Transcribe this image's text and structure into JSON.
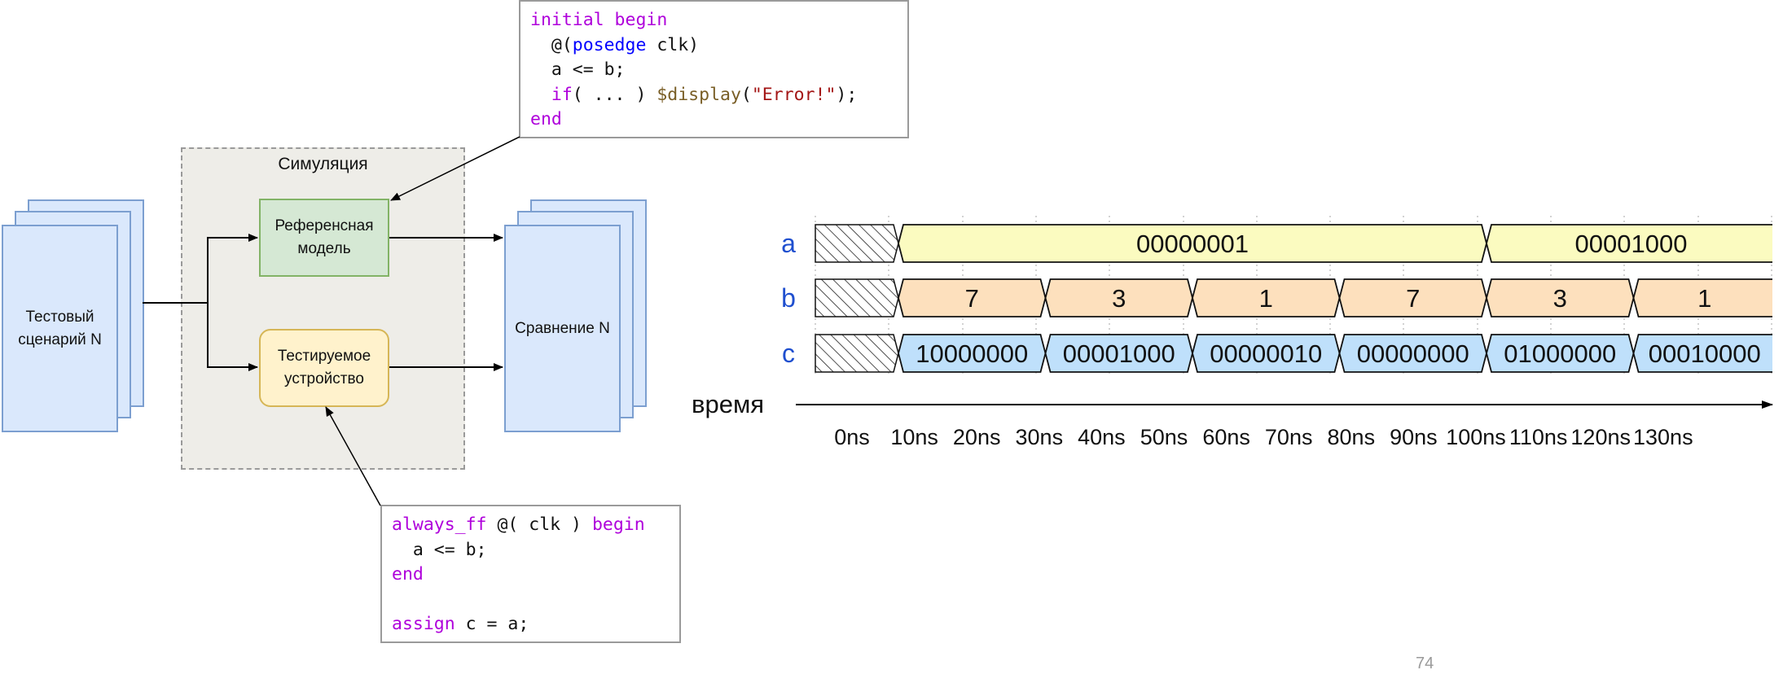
{
  "diagram": {
    "simulation_title": "Симуляция",
    "test_scenario_label": "Тестовый сценарий N",
    "reference_model_label": "Референсная модель",
    "dut_label": "Тестируемое устройство",
    "compare_label": "Сравнение N"
  },
  "code_top": {
    "lines": [
      [
        {
          "t": "initial begin",
          "c": "kw"
        }
      ],
      [
        {
          "t": "  @(",
          "c": ""
        },
        {
          "t": "posedge",
          "c": "kb"
        },
        {
          "t": " clk)",
          "c": ""
        }
      ],
      [
        {
          "t": "  a <= b;",
          "c": ""
        }
      ],
      [
        {
          "t": "  ",
          "c": ""
        },
        {
          "t": "if",
          "c": "kw"
        },
        {
          "t": "( ... ) ",
          "c": ""
        },
        {
          "t": "$display",
          "c": "fn"
        },
        {
          "t": "(",
          "c": ""
        },
        {
          "t": "\"Error!\"",
          "c": "str"
        },
        {
          "t": ");",
          "c": ""
        }
      ],
      [
        {
          "t": "end",
          "c": "kw"
        }
      ]
    ]
  },
  "code_bottom": {
    "lines": [
      [
        {
          "t": "always_ff",
          "c": "kw"
        },
        {
          "t": " @( clk ) ",
          "c": ""
        },
        {
          "t": "begin",
          "c": "kw"
        }
      ],
      [
        {
          "t": "  a <= b;",
          "c": ""
        }
      ],
      [
        {
          "t": "end",
          "c": "kw"
        }
      ],
      [
        {
          "t": "",
          "c": ""
        }
      ],
      [
        {
          "t": "assign",
          "c": "kw"
        },
        {
          "t": " c = a;",
          "c": ""
        }
      ]
    ]
  },
  "waveform": {
    "time_label": "время",
    "time_ticks": [
      "0ns",
      "10ns",
      "20ns",
      "30ns",
      "40ns",
      "50ns",
      "60ns",
      "70ns",
      "80ns",
      "90ns",
      "100ns",
      "110ns",
      "120ns",
      "130ns"
    ],
    "signals": [
      {
        "name": "a",
        "color": "#fbfbc0",
        "values": [
          {
            "v": "00000001",
            "start": 1,
            "end": 5
          },
          {
            "v": "00001000",
            "start": 5,
            "end": 9
          }
        ]
      },
      {
        "name": "b",
        "color": "#fde0bd",
        "values": [
          {
            "v": "7",
            "start": 1,
            "end": 2
          },
          {
            "v": "3",
            "start": 2,
            "end": 3
          },
          {
            "v": "1",
            "start": 3,
            "end": 4
          },
          {
            "v": "7",
            "start": 4,
            "end": 5
          },
          {
            "v": "3",
            "start": 5,
            "end": 6
          },
          {
            "v": "1",
            "start": 6,
            "end": 7
          }
        ]
      },
      {
        "name": "c",
        "color": "#bfe0fb",
        "values": [
          {
            "v": "10000000",
            "start": 1,
            "end": 2
          },
          {
            "v": "00001000",
            "start": 2,
            "end": 3
          },
          {
            "v": "00000010",
            "start": 3,
            "end": 4
          },
          {
            "v": "00000000",
            "start": 4,
            "end": 5
          },
          {
            "v": "01000000",
            "start": 5,
            "end": 6
          },
          {
            "v": "00010000",
            "start": 6,
            "end": 7
          }
        ]
      }
    ],
    "colors": {
      "signal_name": "#1f4fcf",
      "stroke": "#111111"
    }
  },
  "page_number": "74"
}
